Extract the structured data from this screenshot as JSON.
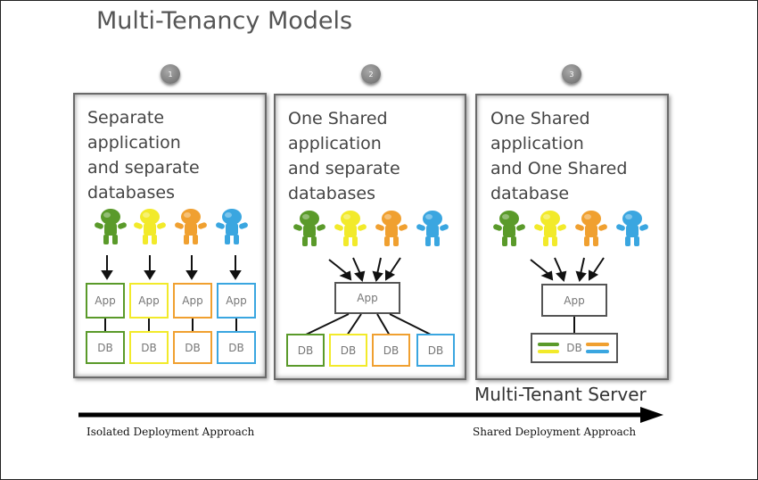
{
  "title": "Multi-Tenancy Models",
  "models": [
    {
      "number": "1",
      "title": "Separate\napplication\nand separate\ndatabases"
    },
    {
      "number": "2",
      "title": "One Shared\napplication\nand separate\ndatabases"
    },
    {
      "number": "3",
      "title": "One Shared\napplication\nand One Shared\ndatabase"
    }
  ],
  "app_label": "App",
  "db_label": "DB",
  "server_label": "Multi-Tenant Server",
  "left_label": "Isolated Deployment Approach",
  "right_label": "Shared Deployment Approach",
  "colors": {
    "green": "#5a9a2a",
    "yellow": "#f2ea2a",
    "orange": "#f0a030",
    "blue": "#3aa6e0",
    "gray": "#555555"
  }
}
